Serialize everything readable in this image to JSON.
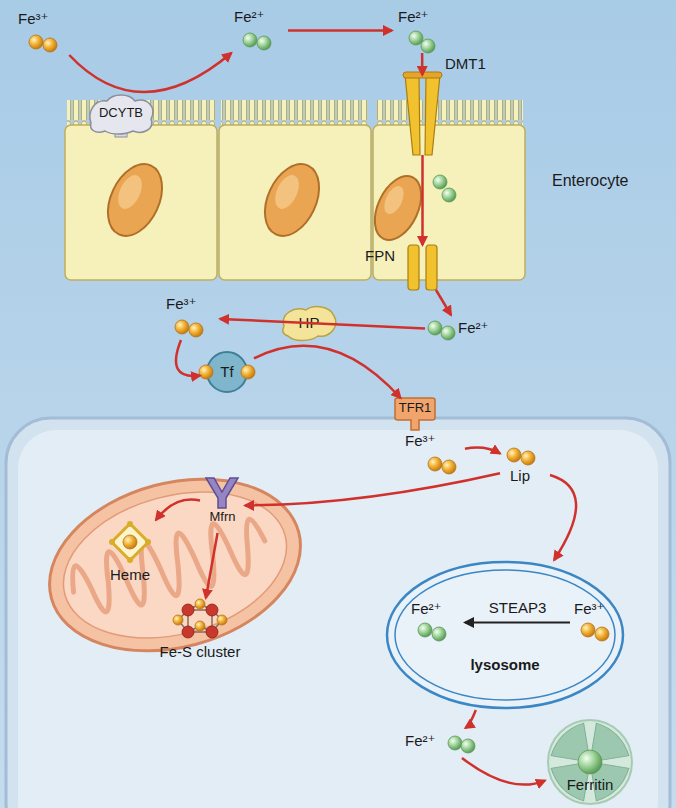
{
  "diagram": {
    "nodes": [
      {
        "text": [
          "Enterocyte"
        ]
      },
      {
        "text": [
          "DCYTB"
        ],
        "in": 0
      },
      {
        "text": [
          "DMT1"
        ],
        "in": 0
      },
      {
        "text": [
          "FPN"
        ],
        "in": 0
      },
      {
        "text": [
          "Fe³⁺"
        ]
      },
      {
        "text": [
          "Fe²⁺"
        ]
      },
      {
        "text": [
          "Fe²⁺"
        ]
      },
      {
        "text": [
          "Fe²⁺"
        ]
      },
      {
        "text": [
          "HP"
        ]
      },
      {
        "text": [
          "Fe³⁺"
        ]
      },
      {
        "text": [
          "Tf"
        ]
      },
      {
        "text": [
          "TFR1"
        ]
      },
      {
        "text": [
          "Fe³⁺"
        ]
      },
      {
        "text": [
          "Lip"
        ]
      },
      {
        "text": [
          "Mfrn"
        ]
      },
      {
        "text": [
          "lysosome"
        ]
      },
      {
        "text": [
          "Fe²⁺"
        ],
        "in": 15
      },
      {
        "text": [
          "Fe³⁺"
        ],
        "in": 15
      },
      {
        "text": [
          "Fe²⁺"
        ]
      },
      {
        "text": [
          "Ferritin"
        ]
      },
      {
        "text": [
          "Heme"
        ]
      },
      {
        "text": [
          "Fe-S cluster"
        ]
      }
    ],
    "edges": [
      {
        "from": 4,
        "to": 5,
        "arrow": "to"
      },
      {
        "from": 5,
        "to": 6,
        "arrow": "to"
      },
      {
        "from": 6,
        "to": 2,
        "arrow": "to"
      },
      {
        "from": 2,
        "to": 3,
        "arrow": "to"
      },
      {
        "from": 3,
        "to": 7,
        "arrow": "to"
      },
      {
        "from": 7,
        "to": 9,
        "arrow": "to"
      },
      {
        "from": 9,
        "to": 10,
        "arrow": "to"
      },
      {
        "from": 10,
        "to": 11,
        "arrow": "to"
      },
      {
        "from": 12,
        "to": 13,
        "arrow": "to"
      },
      {
        "from": 13,
        "to": 14,
        "arrow": "to"
      },
      {
        "from": 13,
        "to": 15,
        "arrow": "to"
      },
      {
        "from": 17,
        "to": 16,
        "label": "STEAP3",
        "arrow": "to"
      },
      {
        "from": 15,
        "to": 18,
        "arrow": "to"
      },
      {
        "from": 18,
        "to": 19,
        "arrow": "to"
      },
      {
        "from": 14,
        "to": 20,
        "arrow": "to"
      },
      {
        "from": 14,
        "to": 21,
        "arrow": "to"
      }
    ]
  }
}
